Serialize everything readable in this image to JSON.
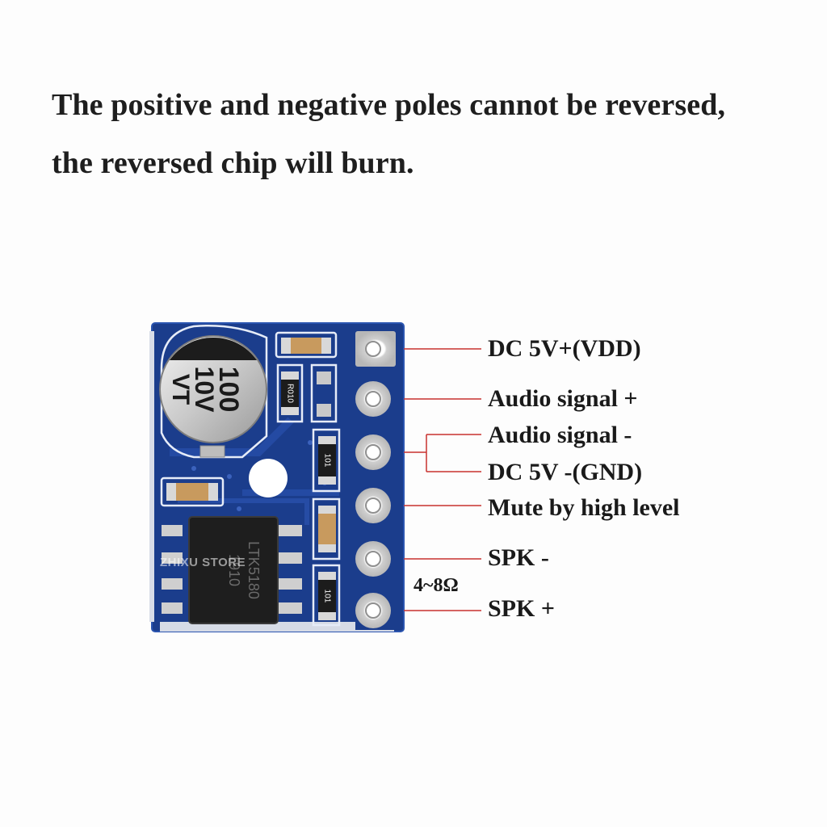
{
  "headline": {
    "line1": "The positive and negative poles cannot be reversed,",
    "line2": "the reversed chip will burn."
  },
  "pins": [
    {
      "label": "DC 5V+(VDD)"
    },
    {
      "label": "Audio signal +"
    },
    {
      "label": "Audio signal -"
    },
    {
      "label": "DC 5V -(GND)"
    },
    {
      "label": "Mute by high level"
    },
    {
      "label": "SPK -"
    },
    {
      "label": "SPK +"
    }
  ],
  "speaker_impedance": "4~8Ω",
  "capacitor": {
    "line1": "100",
    "line2": "10V",
    "line3": "VT"
  },
  "resistor_codes": {
    "r1": "R010",
    "r2": "101",
    "r3": "101"
  },
  "chip": {
    "line1": "LTK5180",
    "line2": "1910"
  },
  "watermark": "ZHIXU STORE",
  "colors": {
    "pcb": "#1b3d8c",
    "leader_line": "#c8322e",
    "background": "#fdfdfd"
  }
}
